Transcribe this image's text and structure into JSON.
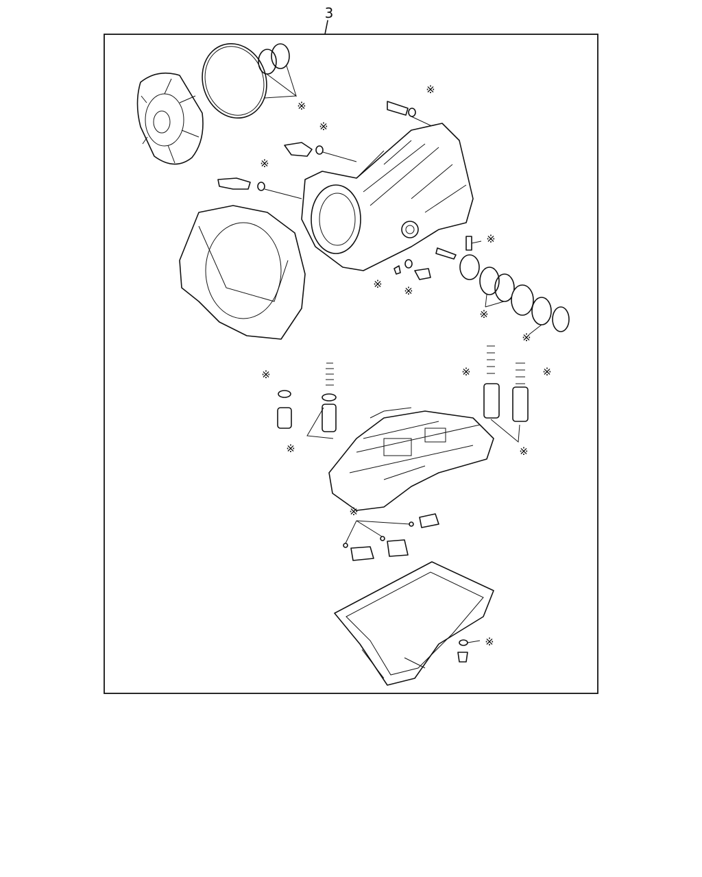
{
  "assembly_callout": "3",
  "kit_part_marker": "※",
  "colors": {
    "line": "#111111",
    "background": "#ffffff"
  },
  "parts": [
    "extension-housing-cover",
    "large-o-ring",
    "small-o-ring-pair",
    "speed-sensor",
    "cooler-line-fittings",
    "transmission-case",
    "bell-housing",
    "seal-rings",
    "accumulator-springs-pistons",
    "valve-body",
    "solenoids",
    "oil-pan",
    "drain-plug-gasket"
  ]
}
